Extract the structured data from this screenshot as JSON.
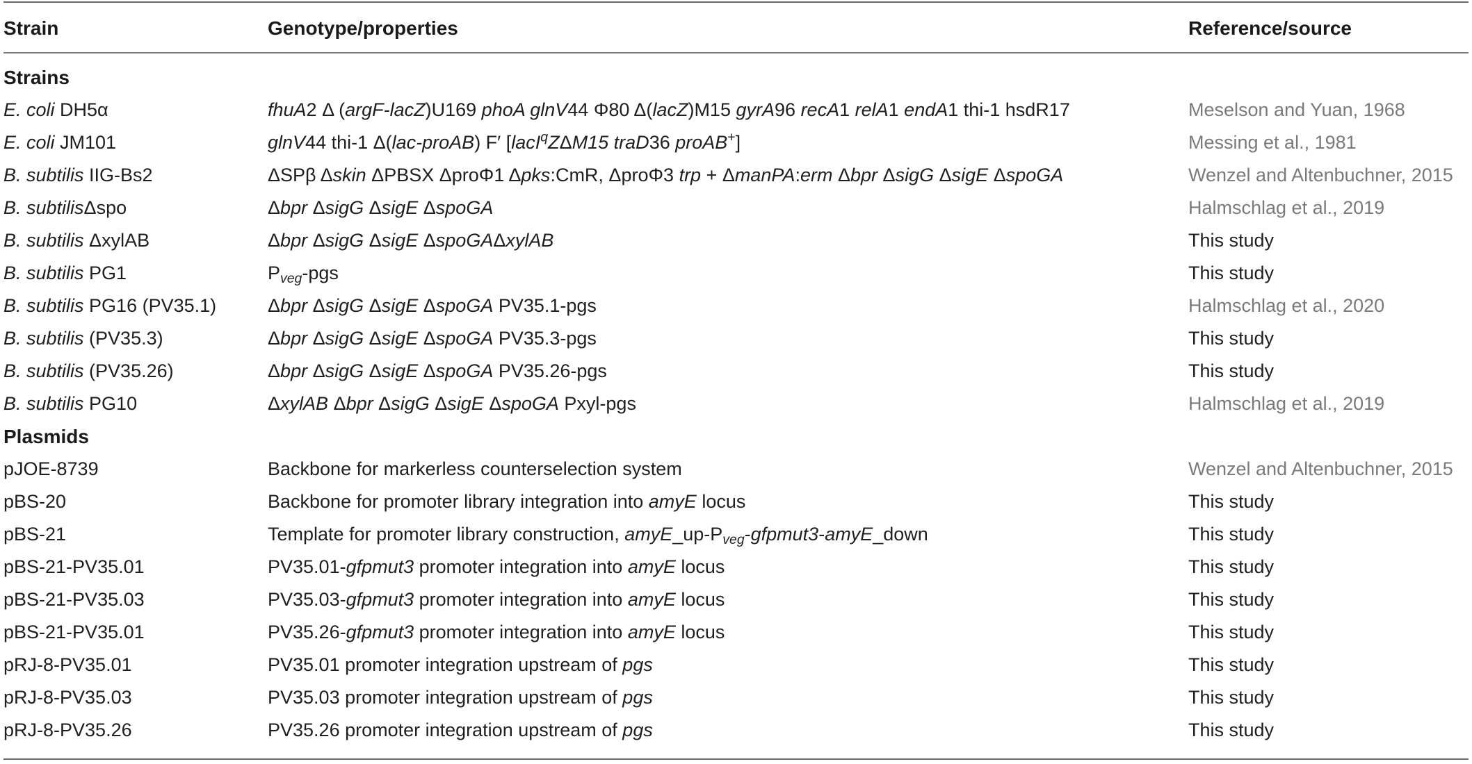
{
  "header": {
    "col1": "Strain",
    "col2": "Genotype/properties",
    "col3": "Reference/source"
  },
  "sections": {
    "strains": "Strains",
    "plasmids": "Plasmids"
  },
  "strains": [
    {
      "species": "E. coli",
      "name": " DH5α",
      "genotype_parts": [
        "fhuA2 Δ (argF-lacZ)U169 phoA glnV44 Φ80 Δ(lacZ)M15 gyrA96 recA1 relA1 endA1 thi-1 hsdR17"
      ],
      "ref": "Meselson and Yuan, 1968",
      "ref_style": "grey"
    },
    {
      "species": "E. coli",
      "name": " JM101",
      "genotype_parts": [
        "glnV44 thi-1 Δ(lac-proAB) F′ [lacIqZΔM15 traD36 proAB+]"
      ],
      "ref": "Messing et al., 1981",
      "ref_style": "grey"
    },
    {
      "species": "B. subtilis",
      "name": " IIG-Bs2",
      "genotype_parts": [
        "ΔSPβ Δskin ΔPBSX ΔproΦ1 Δpks:CmR, ΔproΦ3 trp + ΔmanPA:erm Δbpr ΔsigG ΔsigE ΔspoGA"
      ],
      "ref": "Wenzel and Altenbuchner, 2015",
      "ref_style": "grey"
    },
    {
      "species": "B. subtilis",
      "name": "Δspo",
      "genotype_parts": [
        "Δbpr ΔsigG ΔsigE ΔspoGA"
      ],
      "ref": "Halmschlag et al., 2019",
      "ref_style": "grey"
    },
    {
      "species": "B. subtilis",
      "name": " ΔxylAB",
      "genotype_parts": [
        "Δbpr ΔsigG ΔsigE ΔspoGAΔxylAB"
      ],
      "ref": "This study",
      "ref_style": "dark"
    },
    {
      "species": "B. subtilis",
      "name": " PG1",
      "genotype_parts": [
        "Pveg-pgs"
      ],
      "ref": "This study",
      "ref_style": "dark"
    },
    {
      "species": "B. subtilis",
      "name": " PG16 (PV35.1)",
      "genotype_parts": [
        "Δbpr ΔsigG ΔsigE ΔspoGA PV35.1-pgs"
      ],
      "ref": "Halmschlag et al., 2020",
      "ref_style": "grey"
    },
    {
      "species": "B. subtilis",
      "name": " (PV35.3)",
      "genotype_parts": [
        "Δbpr ΔsigG ΔsigE ΔspoGA PV35.3-pgs"
      ],
      "ref": "This study",
      "ref_style": "dark"
    },
    {
      "species": "B. subtilis",
      "name": " (PV35.26)",
      "genotype_parts": [
        "Δbpr ΔsigG ΔsigE ΔspoGA PV35.26-pgs"
      ],
      "ref": "This study",
      "ref_style": "dark"
    },
    {
      "species": "B. subtilis",
      "name": " PG10",
      "genotype_parts": [
        "ΔxylAB Δbpr ΔsigG ΔsigE ΔspoGA Pxyl-pgs"
      ],
      "ref": "Halmschlag et al., 2019",
      "ref_style": "grey"
    }
  ],
  "plasmids": [
    {
      "name": "pJOE-8739",
      "properties": "Backbone for markerless counterselection system",
      "ref": "Wenzel and Altenbuchner, 2015",
      "ref_style": "grey"
    },
    {
      "name": "pBS-20",
      "properties": "Backbone for promoter library integration into amyE locus",
      "ref": "This study",
      "ref_style": "dark"
    },
    {
      "name": "pBS-21",
      "properties": "Template for promoter library construction, amyE_up-Pveg-gfpmut3-amyE_down",
      "ref": "This study",
      "ref_style": "dark"
    },
    {
      "name": "pBS-21-PV35.01",
      "properties": "PV35.01-gfpmut3 promoter integration into amyE locus",
      "ref": "This study",
      "ref_style": "dark"
    },
    {
      "name": "pBS-21-PV35.03",
      "properties": "PV35.03-gfpmut3 promoter integration into amyE locus",
      "ref": "This study",
      "ref_style": "dark"
    },
    {
      "name": "pBS-21-PV35.01",
      "properties": "PV35.26-gfpmut3 promoter integration into amyE locus",
      "ref": "This study",
      "ref_style": "dark"
    },
    {
      "name": "pRJ-8-PV35.01",
      "properties": "PV35.01 promoter integration upstream of pgs",
      "ref": "This study",
      "ref_style": "dark"
    },
    {
      "name": "pRJ-8-PV35.03",
      "properties": "PV35.03 promoter integration upstream of pgs",
      "ref": "This study",
      "ref_style": "dark"
    },
    {
      "name": "pRJ-8-PV35.26",
      "properties": "PV35.26 promoter integration upstream of pgs",
      "ref": "This study",
      "ref_style": "dark"
    }
  ]
}
